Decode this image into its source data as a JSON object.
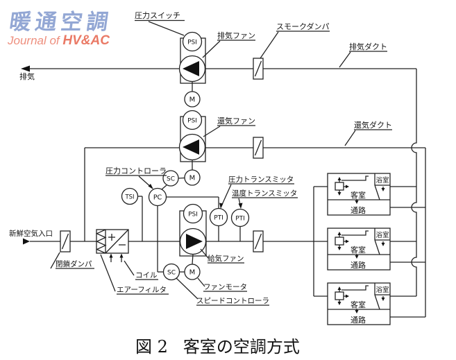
{
  "logo": {
    "title": "暖通空調",
    "subtitle_prefix": "Journal of ",
    "subtitle_brand": "HV&AC",
    "title_color": "#93a7d4",
    "subtitle_color": "#ee8f7e"
  },
  "caption": {
    "figure_no": "図 2",
    "title": "客室の空調方式"
  },
  "labels": {
    "exhaust": "排気",
    "pressure_switch": "圧力スイッチ",
    "exhaust_fan": "排気ファン",
    "smoke_damper": "スモークダンパ",
    "exhaust_duct": "排気ダクト",
    "return_fan": "還気ファン",
    "return_duct": "還気ダクト",
    "pressure_controller": "圧力コントローラ",
    "pressure_transmitter": "圧力トランスミッタ",
    "temperature_transmitter": "温度トランスミッタ",
    "fresh_air_inlet": "新鮮空気入口",
    "closing_damper": "閉鎖ダンパ",
    "coil": "コイル",
    "air_filter": "エアーフィルタ",
    "supply_fan": "給気ファン",
    "fan_motor": "ファンモータ",
    "speed_controller": "スピードコントローラ"
  },
  "instruments": {
    "pressure_switch": "PSI",
    "motor": "M",
    "speed_controller": "SC",
    "pressure_controller": "PC",
    "temperature_sensor": "TSI",
    "pressure_transmitter": "PTI"
  },
  "rooms": [
    {
      "bathroom": "浴室",
      "guest_room": "客室",
      "corridor": "通路"
    },
    {
      "bathroom": "浴室",
      "guest_room": "客室",
      "corridor": "通路"
    },
    {
      "bathroom": "浴室",
      "guest_room": "客室",
      "corridor": "通路"
    }
  ]
}
